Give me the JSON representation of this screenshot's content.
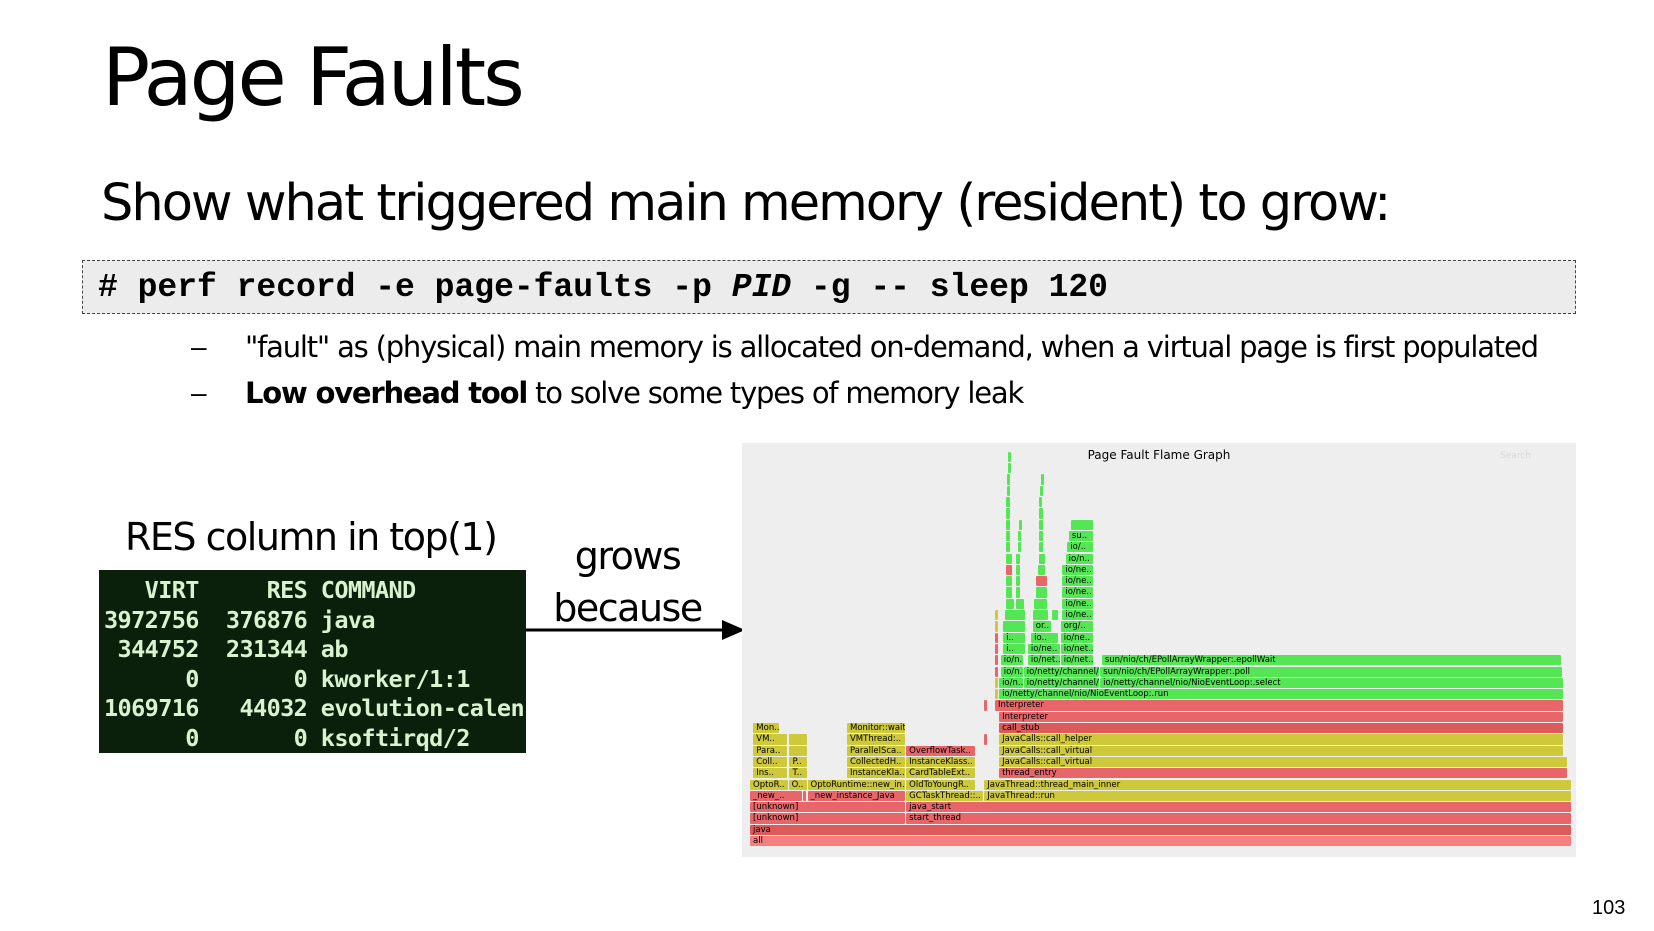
{
  "slide": {
    "title": "Page Faults",
    "subtitle": "Show what triggered main memory (resident) to grow:",
    "command": {
      "prefix": "# perf record -e page-faults -p ",
      "pid": "PID",
      "suffix": " -g -- sleep 120"
    },
    "bullets": [
      {
        "dash": "–",
        "bold": "",
        "text": "\"fault\" as (physical) main memory is allocated on-demand, when a virtual page is first populated"
      },
      {
        "dash": "–",
        "bold": "Low overhead tool",
        "text": " to solve some types of memory leak"
      }
    ],
    "res_label": "RES column in top(1)",
    "top_output": {
      "header": {
        "virt": "VIRT",
        "res": "RES",
        "command": "COMMAND"
      },
      "rows": [
        {
          "virt": "3972756",
          "res": "376876",
          "command": "java"
        },
        {
          "virt": "344752",
          "res": "231344",
          "command": "ab"
        },
        {
          "virt": "0",
          "res": "0",
          "command": "kworker/1:1"
        },
        {
          "virt": "1069716",
          "res": "44032",
          "command": "evolution-calen"
        },
        {
          "virt": "0",
          "res": "0",
          "command": "ksoftirqd/2"
        }
      ]
    },
    "arrow_label": [
      "grows",
      "because"
    ],
    "page_number": "103"
  },
  "flame_graph": {
    "title": "Page Fault Flame Graph",
    "search_label": "Search",
    "colors": {
      "red": "#e8666a",
      "red_dark": "#dd5a5a",
      "pink": "#f57f7f",
      "yellow": "#cdc93a",
      "yellow_light": "#d6d43f",
      "green": "#55e655"
    },
    "frames": [
      {
        "label": "all",
        "level": 0,
        "start": 0,
        "end": 1,
        "color": "pink"
      },
      {
        "label": "java",
        "level": 1,
        "start": 0,
        "end": 1,
        "color": "red_dark"
      },
      {
        "label": "[unknown]",
        "level": 2,
        "start": 0,
        "end": 0.19,
        "color": "red"
      },
      {
        "label": "start_thread",
        "level": 2,
        "start": 0.19,
        "end": 1,
        "color": "red"
      },
      {
        "label": "[unknown]",
        "level": 3,
        "start": 0,
        "end": 0.19,
        "color": "red"
      },
      {
        "label": "java_start",
        "level": 3,
        "start": 0.19,
        "end": 1,
        "color": "red"
      },
      {
        "label": "_new_..",
        "level": 4,
        "start": 0,
        "end": 0.065,
        "color": "red"
      },
      {
        "label": "_..",
        "level": 4,
        "start": 0.065,
        "end": 0.067,
        "color": "red"
      },
      {
        "label": "_new_instance_Java",
        "level": 4,
        "start": 0.07,
        "end": 0.19,
        "color": "red"
      },
      {
        "label": "GCTaskThread::..",
        "level": 4,
        "start": 0.19,
        "end": 0.285,
        "color": "yellow"
      },
      {
        "label": "JavaThread::run",
        "level": 4,
        "start": 0.285,
        "end": 1,
        "color": "yellow"
      },
      {
        "label": "OptoR..",
        "level": 5,
        "start": 0,
        "end": 0.047,
        "color": "yellow"
      },
      {
        "label": "O..",
        "level": 5,
        "start": 0.047,
        "end": 0.07,
        "color": "yellow"
      },
      {
        "label": "OptoRuntime::new_in..",
        "level": 5,
        "start": 0.07,
        "end": 0.19,
        "color": "yellow"
      },
      {
        "label": "OldToYoungR..",
        "level": 5,
        "start": 0.19,
        "end": 0.275,
        "color": "yellow"
      },
      {
        "label": "JavaThread::thread_main_inner",
        "level": 5,
        "start": 0.285,
        "end": 1,
        "color": "yellow"
      },
      {
        "label": "Ins..",
        "level": 6,
        "start": 0.004,
        "end": 0.046,
        "color": "yellow"
      },
      {
        "label": "T..",
        "level": 6,
        "start": 0.048,
        "end": 0.07,
        "color": "yellow"
      },
      {
        "label": "InstanceKla..",
        "level": 6,
        "start": 0.118,
        "end": 0.19,
        "color": "yellow"
      },
      {
        "label": "CardTableExt..",
        "level": 6,
        "start": 0.19,
        "end": 0.275,
        "color": "yellow"
      },
      {
        "label": "thread_entry",
        "level": 6,
        "start": 0.303,
        "end": 0.995,
        "color": "red"
      },
      {
        "label": "Coll..",
        "level": 7,
        "start": 0.004,
        "end": 0.046,
        "color": "yellow"
      },
      {
        "label": "P..",
        "level": 7,
        "start": 0.048,
        "end": 0.07,
        "color": "yellow"
      },
      {
        "label": "CollectedH..",
        "level": 7,
        "start": 0.118,
        "end": 0.19,
        "color": "yellow"
      },
      {
        "label": "InstanceKlass..",
        "level": 7,
        "start": 0.19,
        "end": 0.275,
        "color": "yellow"
      },
      {
        "label": "JavaCalls::call_virtual",
        "level": 7,
        "start": 0.303,
        "end": 0.995,
        "color": "yellow"
      },
      {
        "label": "Para..",
        "level": 8,
        "start": 0.004,
        "end": 0.046,
        "color": "yellow"
      },
      {
        "label": "",
        "level": 8,
        "start": 0.048,
        "end": 0.07,
        "color": "yellow"
      },
      {
        "label": "ParallelSca..",
        "level": 8,
        "start": 0.118,
        "end": 0.19,
        "color": "yellow"
      },
      {
        "label": "OverflowTask..",
        "level": 8,
        "start": 0.19,
        "end": 0.275,
        "color": "red"
      },
      {
        "label": "JavaCalls::call_virtual",
        "level": 8,
        "start": 0.303,
        "end": 0.99,
        "color": "yellow"
      },
      {
        "label": "VM..",
        "level": 9,
        "start": 0.004,
        "end": 0.046,
        "color": "yellow"
      },
      {
        "label": "",
        "level": 9,
        "start": 0.048,
        "end": 0.07,
        "color": "yellow"
      },
      {
        "label": "VMThread:..",
        "level": 9,
        "start": 0.118,
        "end": 0.19,
        "color": "yellow"
      },
      {
        "label": "JavaCalls::call_helper",
        "level": 9,
        "start": 0.303,
        "end": 0.99,
        "color": "yellow"
      },
      {
        "label": "Mon..",
        "level": 10,
        "start": 0.004,
        "end": 0.036,
        "color": "yellow"
      },
      {
        "label": "Monitor::wait",
        "level": 10,
        "start": 0.118,
        "end": 0.19,
        "color": "yellow"
      },
      {
        "label": "call_stub",
        "level": 10,
        "start": 0.303,
        "end": 0.99,
        "color": "red_dark"
      },
      {
        "label": "Interpreter",
        "level": 11,
        "start": 0.303,
        "end": 0.99,
        "color": "red"
      },
      {
        "label": "Interpreter",
        "level": 12,
        "start": 0.298,
        "end": 0.99,
        "color": "red"
      },
      {
        "label": "io/netty/channel/nio/NioEventLoop:.run",
        "level": 13,
        "start": 0.303,
        "end": 0.99,
        "color": "green"
      },
      {
        "label": "io/n..",
        "level": 14,
        "start": 0.303,
        "end": 0.333,
        "color": "green"
      },
      {
        "label": "io/netty/channel/..",
        "level": 14,
        "start": 0.333,
        "end": 0.426,
        "color": "green"
      },
      {
        "label": "io/netty/channel/nio/NioEventLoop:.select",
        "level": 14,
        "start": 0.426,
        "end": 0.99,
        "color": "green"
      },
      {
        "label": "io/n..",
        "level": 15,
        "start": 0.305,
        "end": 0.333,
        "color": "green"
      },
      {
        "label": "io/netty/channel/..",
        "level": 15,
        "start": 0.333,
        "end": 0.426,
        "color": "green"
      },
      {
        "label": "sun/nio/ch/EPollArrayWrapper:.poll",
        "level": 15,
        "start": 0.426,
        "end": 0.989,
        "color": "green"
      },
      {
        "label": "io/n..",
        "level": 16,
        "start": 0.305,
        "end": 0.333,
        "color": "green"
      },
      {
        "label": "io/net..",
        "level": 16,
        "start": 0.338,
        "end": 0.378,
        "color": "green"
      },
      {
        "label": "io/net..",
        "level": 16,
        "start": 0.378,
        "end": 0.418,
        "color": "green"
      },
      {
        "label": "sun/nio/ch/EPollArrayWrapper:.epollWait",
        "level": 16,
        "start": 0.428,
        "end": 0.988,
        "color": "green"
      },
      {
        "label": "i..",
        "level": 17,
        "start": 0.308,
        "end": 0.336,
        "color": "green"
      },
      {
        "label": "io/ne..",
        "level": 17,
        "start": 0.338,
        "end": 0.378,
        "color": "green"
      },
      {
        "label": "io/net..",
        "level": 17,
        "start": 0.378,
        "end": 0.418,
        "color": "green"
      },
      {
        "label": "i..",
        "level": 18,
        "start": 0.308,
        "end": 0.336,
        "color": "green"
      },
      {
        "label": "io..",
        "level": 18,
        "start": 0.342,
        "end": 0.376,
        "color": "green"
      },
      {
        "label": "io/ne..",
        "level": 18,
        "start": 0.378,
        "end": 0.418,
        "color": "green"
      },
      {
        "label": "",
        "level": 19,
        "start": 0.308,
        "end": 0.336,
        "color": "green"
      },
      {
        "label": "or..",
        "level": 19,
        "start": 0.344,
        "end": 0.368,
        "color": "green"
      },
      {
        "label": "org/..",
        "level": 19,
        "start": 0.378,
        "end": 0.418,
        "color": "green"
      },
      {
        "label": "",
        "level": 20,
        "start": 0.31,
        "end": 0.336,
        "color": "green"
      },
      {
        "label": "",
        "level": 20,
        "start": 0.344,
        "end": 0.364,
        "color": "green"
      },
      {
        "label": "",
        "level": 20,
        "start": 0.368,
        "end": 0.376,
        "color": "green"
      },
      {
        "label": "io/ne..",
        "level": 20,
        "start": 0.38,
        "end": 0.418,
        "color": "green"
      },
      {
        "label": "",
        "level": 21,
        "start": 0.312,
        "end": 0.322,
        "color": "green"
      },
      {
        "label": "",
        "level": 21,
        "start": 0.324,
        "end": 0.334,
        "color": "green"
      },
      {
        "label": "",
        "level": 21,
        "start": 0.346,
        "end": 0.362,
        "color": "green"
      },
      {
        "label": "io/ne..",
        "level": 21,
        "start": 0.38,
        "end": 0.418,
        "color": "green"
      },
      {
        "label": "",
        "level": 22,
        "start": 0.312,
        "end": 0.32,
        "color": "green"
      },
      {
        "label": "",
        "level": 22,
        "start": 0.324,
        "end": 0.33,
        "color": "green"
      },
      {
        "label": "",
        "level": 22,
        "start": 0.348,
        "end": 0.362,
        "color": "green"
      },
      {
        "label": "io/ne..",
        "level": 22,
        "start": 0.38,
        "end": 0.418,
        "color": "green"
      },
      {
        "label": "",
        "level": 23,
        "start": 0.312,
        "end": 0.32,
        "color": "green"
      },
      {
        "label": "",
        "level": 23,
        "start": 0.324,
        "end": 0.33,
        "color": "green"
      },
      {
        "label": "",
        "level": 23,
        "start": 0.348,
        "end": 0.362,
        "color": "red"
      },
      {
        "label": "io/ne..",
        "level": 23,
        "start": 0.38,
        "end": 0.418,
        "color": "green"
      },
      {
        "label": "",
        "level": 24,
        "start": 0.312,
        "end": 0.32,
        "color": "red"
      },
      {
        "label": "",
        "level": 24,
        "start": 0.324,
        "end": 0.33,
        "color": "green"
      },
      {
        "label": "",
        "level": 24,
        "start": 0.35,
        "end": 0.36,
        "color": "green"
      },
      {
        "label": "io/ne..",
        "level": 24,
        "start": 0.38,
        "end": 0.418,
        "color": "green"
      },
      {
        "label": "",
        "level": 25,
        "start": 0.312,
        "end": 0.32,
        "color": "green"
      },
      {
        "label": "",
        "level": 25,
        "start": 0.324,
        "end": 0.33,
        "color": "green"
      },
      {
        "label": "",
        "level": 25,
        "start": 0.352,
        "end": 0.36,
        "color": "green"
      },
      {
        "label": "io/n..",
        "level": 25,
        "start": 0.384,
        "end": 0.418,
        "color": "green"
      },
      {
        "label": "",
        "level": 26,
        "start": 0.312,
        "end": 0.318,
        "color": "green"
      },
      {
        "label": "",
        "level": 26,
        "start": 0.326,
        "end": 0.33,
        "color": "green"
      },
      {
        "label": "",
        "level": 26,
        "start": 0.352,
        "end": 0.358,
        "color": "green"
      },
      {
        "label": "io/..",
        "level": 26,
        "start": 0.386,
        "end": 0.418,
        "color": "green"
      },
      {
        "label": "",
        "level": 27,
        "start": 0.312,
        "end": 0.318,
        "color": "green"
      },
      {
        "label": "",
        "level": 27,
        "start": 0.326,
        "end": 0.33,
        "color": "green"
      },
      {
        "label": "",
        "level": 27,
        "start": 0.352,
        "end": 0.358,
        "color": "green"
      },
      {
        "label": "su..",
        "level": 27,
        "start": 0.388,
        "end": 0.418,
        "color": "green"
      },
      {
        "label": "",
        "level": 28,
        "start": 0.312,
        "end": 0.318,
        "color": "green"
      },
      {
        "label": "",
        "level": 28,
        "start": 0.327,
        "end": 0.329,
        "color": "green"
      },
      {
        "label": "",
        "level": 28,
        "start": 0.352,
        "end": 0.358,
        "color": "green"
      },
      {
        "label": "",
        "level": 28,
        "start": 0.39,
        "end": 0.418,
        "color": "green"
      },
      {
        "label": "",
        "level": 29,
        "start": 0.312,
        "end": 0.318,
        "color": "green"
      },
      {
        "label": "",
        "level": 29,
        "start": 0.352,
        "end": 0.358,
        "color": "green"
      },
      {
        "label": "",
        "level": 30,
        "start": 0.312,
        "end": 0.318,
        "color": "green"
      },
      {
        "label": "",
        "level": 30,
        "start": 0.352,
        "end": 0.357,
        "color": "green"
      },
      {
        "label": "",
        "level": 31,
        "start": 0.313,
        "end": 0.317,
        "color": "green"
      },
      {
        "label": "",
        "level": 31,
        "start": 0.353,
        "end": 0.357,
        "color": "green"
      },
      {
        "label": "",
        "level": 32,
        "start": 0.313,
        "end": 0.317,
        "color": "green"
      },
      {
        "label": "",
        "level": 32,
        "start": 0.354,
        "end": 0.357,
        "color": "green"
      },
      {
        "label": "",
        "level": 33,
        "start": 0.314,
        "end": 0.316,
        "color": "green"
      },
      {
        "label": "",
        "level": 34,
        "start": 0.314,
        "end": 0.316,
        "color": "green"
      },
      {
        "label": "",
        "level": 12,
        "start": 0.285,
        "end": 0.29,
        "color": "red"
      },
      {
        "label": "",
        "level": 9,
        "start": 0.285,
        "end": 0.29,
        "color": "red"
      },
      {
        "label": "",
        "level": 13,
        "start": 0.298,
        "end": 0.302,
        "color": "yellow"
      },
      {
        "label": "",
        "level": 14,
        "start": 0.298,
        "end": 0.302,
        "color": "yellow"
      },
      {
        "label": "",
        "level": 15,
        "start": 0.298,
        "end": 0.302,
        "color": "red"
      },
      {
        "label": "",
        "level": 16,
        "start": 0.298,
        "end": 0.302,
        "color": "red"
      },
      {
        "label": "",
        "level": 17,
        "start": 0.298,
        "end": 0.302,
        "color": "red"
      },
      {
        "label": "",
        "level": 18,
        "start": 0.298,
        "end": 0.302,
        "color": "red"
      },
      {
        "label": "",
        "level": 19,
        "start": 0.298,
        "end": 0.302,
        "color": "yellow"
      },
      {
        "label": "",
        "level": 20,
        "start": 0.298,
        "end": 0.302,
        "color": "yellow"
      }
    ]
  }
}
